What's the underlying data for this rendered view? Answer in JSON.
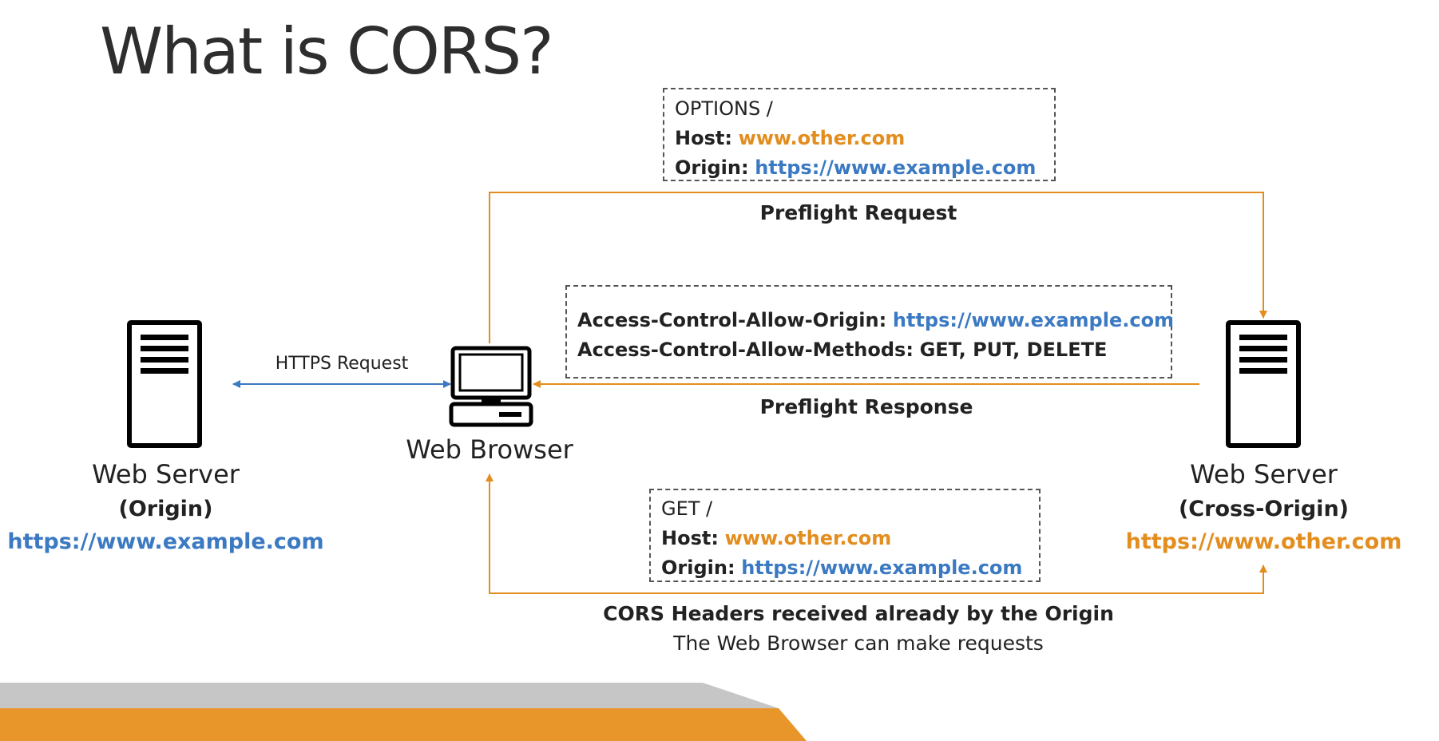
{
  "title": "What is CORS?",
  "nodes": {
    "origin_server": {
      "name": "Web Server",
      "role": "(Origin)",
      "url": "https://www.example.com"
    },
    "browser": {
      "name": "Web Browser"
    },
    "cross_server": {
      "name": "Web Server",
      "role": "(Cross-Origin)",
      "url": "https://www.other.com"
    }
  },
  "edges": {
    "https_request": "HTTPS Request",
    "preflight_request": "Preflight Request",
    "preflight_response": "Preflight Response",
    "final_label": "CORS Headers received already by the Origin",
    "final_sub": "The Web Browser can make requests"
  },
  "boxes": {
    "options": {
      "line1": "OPTIONS /",
      "host_label": "Host:",
      "host_value": "www.other.com",
      "origin_label": "Origin:",
      "origin_value": "https://www.example.com"
    },
    "response": {
      "acao_label": "Access-Control-Allow-Origin:",
      "acao_value": "https://www.example.com",
      "acam_label": "Access-Control-Allow-Methods:",
      "acam_value": "GET, PUT, DELETE"
    },
    "get": {
      "line1": "GET /",
      "host_label": "Host:",
      "host_value": "www.other.com",
      "origin_label": "Origin:",
      "origin_value": "https://www.example.com"
    }
  },
  "colors": {
    "orange": "#e38d1e",
    "blue": "#3b79c2",
    "footer_orange": "#e8952a",
    "footer_gray": "#c6c6c6"
  },
  "icons": {
    "origin_server": "server-icon",
    "browser": "computer-icon",
    "cross_server": "server-icon"
  }
}
